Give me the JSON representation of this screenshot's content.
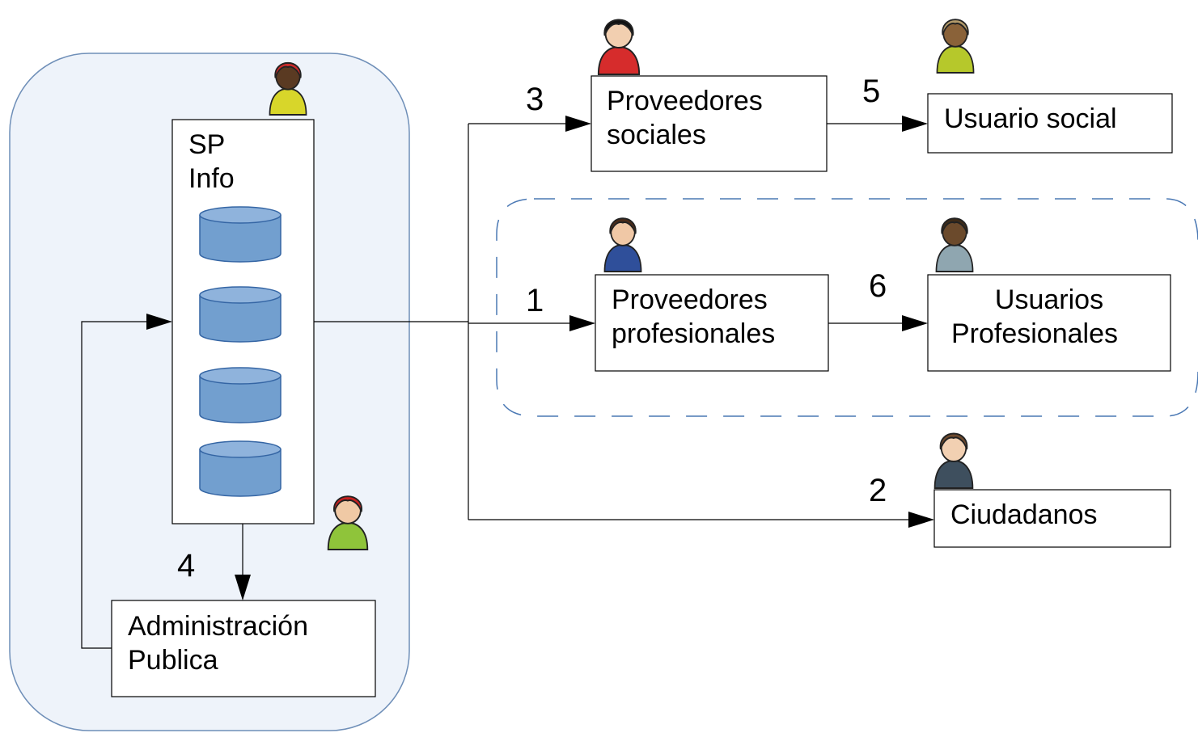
{
  "colors": {
    "panel_fill": "#eef3fa",
    "panel_stroke": "#6f8fb8",
    "db_fill": "#729fcf",
    "db_stroke": "#3465a4",
    "dashed_stroke": "#4a78b4",
    "line": "#000000"
  },
  "sp_info": {
    "line1": "SP",
    "line2": "Info"
  },
  "admin": {
    "line1": "Administración",
    "line2": "Publica"
  },
  "prov_sociales": {
    "line1": "Proveedores",
    "line2": "sociales"
  },
  "usuario_social": {
    "line1": "Usuario social"
  },
  "prov_profesionales": {
    "line1": "Proveedores",
    "line2": "profesionales"
  },
  "usuarios_profesionales": {
    "line1": "Usuarios",
    "line2": "Profesionales"
  },
  "ciudadanos": {
    "line1": "Ciudadanos"
  },
  "steps": {
    "s1": "1",
    "s2": "2",
    "s3": "3",
    "s4": "4",
    "s5": "5",
    "s6": "6"
  },
  "people": [
    {
      "name": "sp-info-operator-icon",
      "hair": "#cc2a2a",
      "skin": "#5a3a22",
      "shirt": "#d8d62a"
    },
    {
      "name": "admin-operator-icon",
      "hair": "#c8201f",
      "skin": "#f0c9a5",
      "shirt": "#8fc43a"
    },
    {
      "name": "social-provider-person-icon",
      "hair": "#111111",
      "skin": "#f2cfb0",
      "shirt": "#d62c2c"
    },
    {
      "name": "social-user-person-icon",
      "hair": "#b39a6a",
      "skin": "#8a6239",
      "shirt": "#b6c82b"
    },
    {
      "name": "professional-provider-person-icon",
      "hair": "#4a2b1a",
      "skin": "#f0c8a6",
      "shirt": "#2f4f9a"
    },
    {
      "name": "professional-user-person-icon",
      "hair": "#3c2a18",
      "skin": "#6b4a2c",
      "shirt": "#8fa6b0"
    },
    {
      "name": "citizen-person-icon",
      "hair": "#6e4a2e",
      "skin": "#f2d0b2",
      "shirt": "#3e4f5e"
    }
  ]
}
